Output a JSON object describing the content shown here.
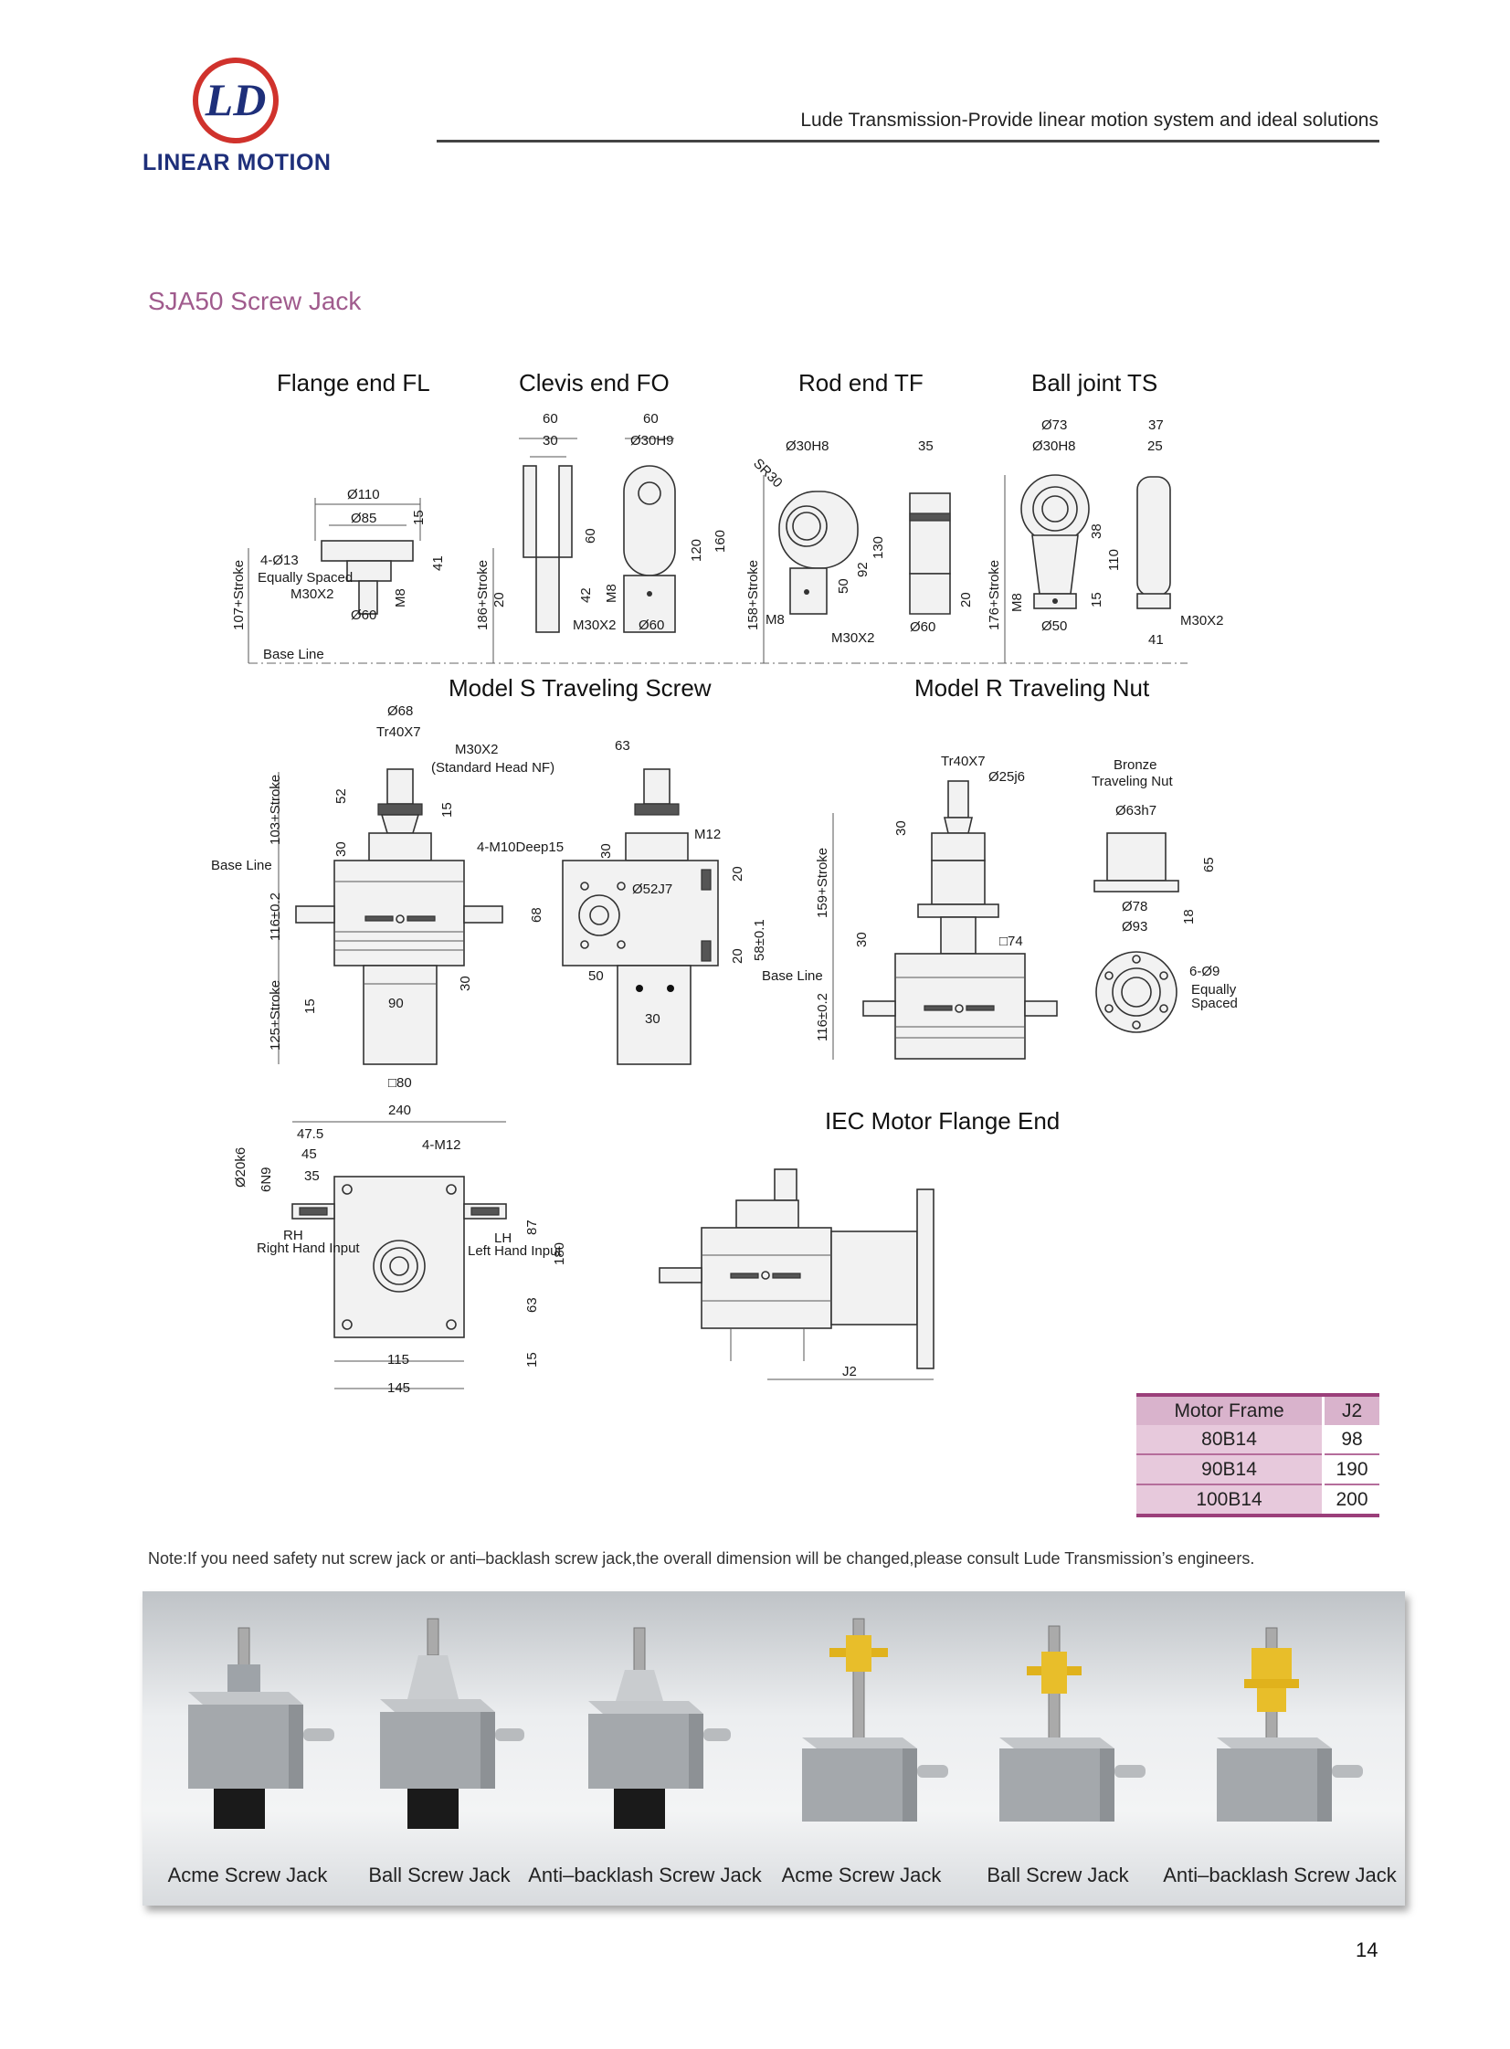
{
  "header": {
    "logo_text": "LINEAR MOTION",
    "tagline": "Lude Transmission-Provide linear motion system and ideal solutions",
    "brand_color": "#1e2f7a",
    "logo_ring_color": "#d0322c"
  },
  "doc_title": "SJA50 Screw Jack",
  "sections": {
    "flange_end": "Flange end FL",
    "clevis_end": "Clevis end FO",
    "rod_end": "Rod end TF",
    "ball_joint": "Ball joint TS",
    "model_s": "Model S Traveling Screw",
    "model_r": "Model R Traveling Nut",
    "iec_flange": "IEC Motor Flange End"
  },
  "dims": {
    "fl": {
      "d110": "Ø110",
      "d85": "Ø85",
      "d15": "15",
      "d41": "41",
      "holes": "4-Ø13",
      "equally": "Equally Spaced",
      "thread": "M30X2",
      "m8": "M8",
      "d60": "Ø60",
      "stroke": "107+Stroke",
      "base": "Base Line"
    },
    "fo": {
      "w60a": "60",
      "w30": "30",
      "w60b": "60",
      "bore": "Ø30H9",
      "h60": "60",
      "h120": "120",
      "h160": "160",
      "h42": "42",
      "m8": "M8",
      "h20": "20",
      "stroke": "186+Stroke",
      "thread": "M30X2",
      "d60": "Ø60"
    },
    "tf": {
      "bore": "Ø30H8",
      "sr": "SR30",
      "w35": "35",
      "h130": "130",
      "h92": "92",
      "h50": "50",
      "m8": "M8",
      "thread": "M30X2",
      "d60": "Ø60",
      "h20": "20",
      "stroke": "158+Stroke"
    },
    "ts": {
      "d73": "Ø73",
      "bore": "Ø30H8",
      "w37": "37",
      "w25": "25",
      "h38": "38",
      "h110": "110",
      "h15": "15",
      "m8": "M8",
      "d50": "Ø50",
      "w41": "41",
      "thread": "M30X2",
      "stroke": "176+Stroke"
    },
    "s": {
      "d68": "Ø68",
      "tr": "Tr40X7",
      "thread": "M30X2",
      "head": "(Standard Head NF)",
      "h52": "52",
      "h15": "15",
      "h30": "30",
      "stroke103": "103+Stroke",
      "base": "Base Line",
      "h116": "116±0.2",
      "stroke125": "125+Stroke",
      "h15b": "15",
      "w90": "90",
      "h30b": "30",
      "sq80": "□80",
      "w63": "63",
      "tap": "4-M10Deep15",
      "m12": "M12",
      "h30c": "30",
      "d52": "Ø52J7",
      "h68": "68",
      "h20a": "20",
      "h58": "58±0.1",
      "h20b": "20",
      "w50": "50",
      "w30": "30"
    },
    "r": {
      "tr": "Tr40X7",
      "d25": "Ø25j6",
      "h30": "30",
      "stroke159": "159+Stroke",
      "h30b": "30",
      "sq74": "□74",
      "base": "Base Line",
      "h116": "116±0.2",
      "bronze1": "Bronze",
      "bronze2": "Traveling Nut",
      "d63": "Ø63h7",
      "h65": "65",
      "d78": "Ø78",
      "d93": "Ø93",
      "h18": "18",
      "holes": "6-Ø9",
      "eq1": "Equally",
      "eq2": "Spaced"
    },
    "bottom": {
      "w240": "240",
      "w475": "47.5",
      "w45": "45",
      "w35": "35",
      "d20": "Ø20k6",
      "key": "6N9",
      "tap": "4-M12",
      "rh": "RH",
      "rh_sub": "Right Hand Input",
      "lh": "LH",
      "lh_sub": "Left Hand Input",
      "h87": "87",
      "h180": "180",
      "h63": "63",
      "h15": "15",
      "w115": "115",
      "w145": "145",
      "j2": "J2"
    }
  },
  "motor_table": {
    "headers": [
      "Motor Frame",
      "J2"
    ],
    "rows": [
      [
        "80B14",
        "98"
      ],
      [
        "90B14",
        "190"
      ],
      [
        "100B14",
        "200"
      ]
    ],
    "header_color": "#d9b3cc",
    "rule_color": "#9b3f7a"
  },
  "note": "Note:If you need safety nut screw jack or anti–backlash screw jack,the overall dimension will be changed,please consult Lude Transmission’s engineers.",
  "products": [
    {
      "label": "Acme Screw Jack",
      "icon": "acme-screw-jack-image"
    },
    {
      "label": "Ball Screw Jack",
      "icon": "ball-screw-jack-image"
    },
    {
      "label": "Anti–backlash Screw Jack",
      "icon": "anti-backlash-screw-jack-image"
    },
    {
      "label": "Acme Screw Jack",
      "icon": "acme-traveling-nut-jack-image"
    },
    {
      "label": "Ball Screw Jack",
      "icon": "ball-traveling-nut-jack-image"
    },
    {
      "label": "Anti–backlash Screw Jack",
      "icon": "anti-backlash-traveling-nut-jack-image"
    }
  ],
  "page_number": "14"
}
